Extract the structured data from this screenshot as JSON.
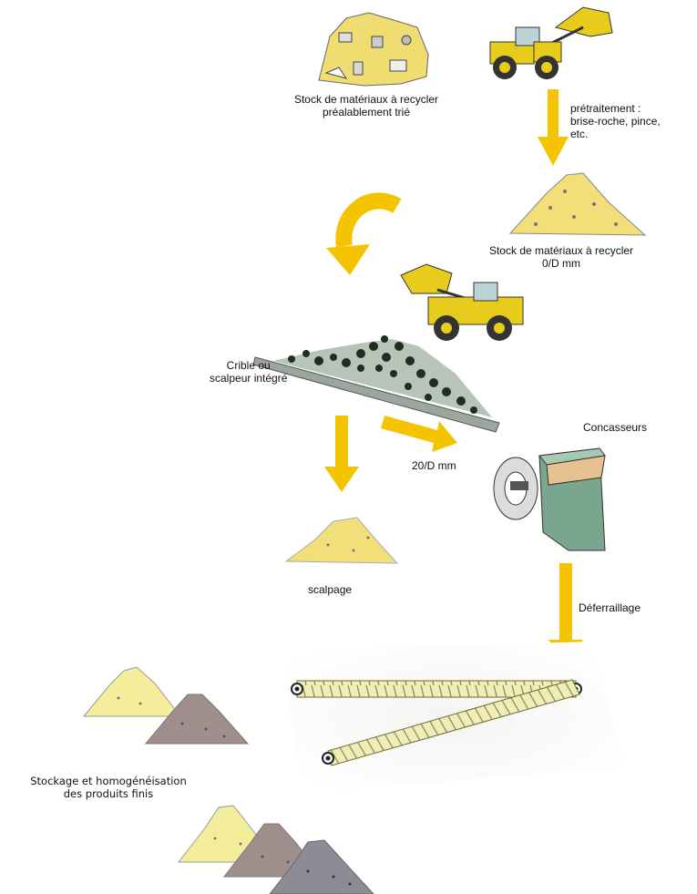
{
  "labels": {
    "stock_sorted_1": "Stock de matériaux à recycler",
    "stock_sorted_2": "préalablement trié",
    "pretreatment_1": "prétraitement :",
    "pretreatment_2": "brise-roche, pince,",
    "pretreatment_3": "etc.",
    "stock_0d_1": "Stock de matériaux à recycler",
    "stock_0d_2": "0/D mm",
    "screen_1": "Crible ou",
    "screen_2": "scalpeur intégré",
    "crushers": "Concasseurs",
    "fraction_20d": "20/D mm",
    "scalping": "scalpage",
    "iron_removal": "Déferraillage",
    "storage_1": "Stockage et homogénéisation",
    "storage_2": "des produits finis"
  },
  "colors": {
    "arrow": "#f5c400",
    "pile_yellow": "#f3df7a",
    "pile_pale": "#f4ee9c",
    "pile_mauve": "#a08e8c",
    "pile_grey": "#8c8c96",
    "crusher": "#7aa58e",
    "conveyor": "#f0eeb8",
    "loader": "#e8cc1c"
  },
  "icons": [
    "rubble-pile-icon",
    "wheel-loader-icon",
    "material-pile-icon",
    "curved-arrow-icon",
    "vibrating-screen-icon",
    "jaw-crusher-icon",
    "conveyor-belt-icon"
  ]
}
